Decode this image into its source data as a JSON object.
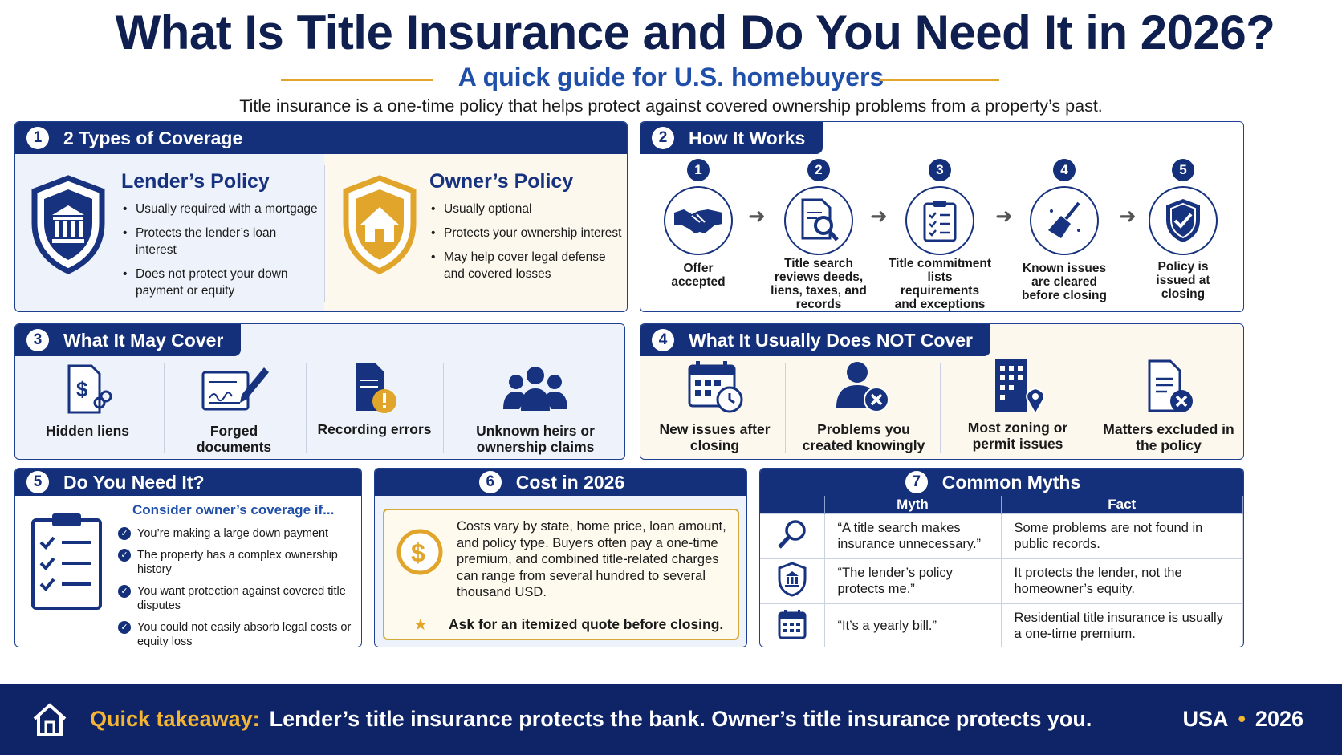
{
  "header": {
    "title": "What Is Title Insurance and Do You Need It in 2026?",
    "subtitle": "A quick guide for U.S. homebuyers",
    "intro": "Title insurance is a one-time policy that helps protect against covered ownership problems from a property’s past."
  },
  "colors": {
    "navy": "#15307a",
    "gold": "#e0a52a",
    "panel_bg": "#eef3fb",
    "cream": "#fdf8ee"
  },
  "coverage": {
    "num": "1",
    "heading": "2 Types of Coverage",
    "lender": {
      "title": "Lender’s Policy",
      "icon": "bank-shield-icon",
      "bullets": [
        "Usually required with a mortgage",
        "Protects the lender’s loan interest",
        "Does not protect your down payment or equity"
      ]
    },
    "owner": {
      "title": "Owner’s Policy",
      "icon": "house-shield-icon",
      "bullets": [
        "Usually optional",
        "Protects your ownership interest",
        "May help cover legal defense and covered losses"
      ]
    }
  },
  "how": {
    "num": "2",
    "heading": "How It Works",
    "steps": [
      {
        "num": "1",
        "label": "Offer accepted",
        "icon": "handshake-icon"
      },
      {
        "num": "2",
        "label": "Title search reviews deeds, liens, taxes, and records",
        "icon": "document-search-icon"
      },
      {
        "num": "3",
        "label": "Title commitment lists requirements and exceptions",
        "icon": "clipboard-checklist-icon"
      },
      {
        "num": "4",
        "label": "Known issues are cleared before closing",
        "icon": "broom-icon"
      },
      {
        "num": "5",
        "label": "Policy is issued at closing",
        "icon": "shield-check-icon"
      }
    ]
  },
  "covers": {
    "num": "3",
    "heading": "What It May Cover",
    "items": [
      {
        "label": "Hidden liens",
        "icon": "dollar-document-icon"
      },
      {
        "label": "Forged documents",
        "icon": "signature-pen-icon"
      },
      {
        "label": "Recording errors",
        "icon": "document-alert-icon"
      },
      {
        "label": "Unknown heirs or ownership claims",
        "icon": "group-people-icon"
      }
    ]
  },
  "not_cover": {
    "num": "4",
    "heading": "What It Usually Does NOT Cover",
    "items": [
      {
        "label": "New issues after closing",
        "icon": "calendar-clock-icon"
      },
      {
        "label": "Problems you created knowingly",
        "icon": "person-x-icon"
      },
      {
        "label": "Most zoning or permit issues",
        "icon": "building-pin-icon"
      },
      {
        "label": "Matters excluded in the policy",
        "icon": "document-x-icon"
      }
    ]
  },
  "need": {
    "num": "5",
    "heading": "Do You Need It?",
    "subhead": "Consider owner’s coverage if...",
    "icon": "clipboard-icon",
    "items": [
      "You’re making a large down payment",
      "The property has a complex ownership history",
      "You want protection against covered title disputes",
      "You could not easily absorb legal costs or equity loss"
    ]
  },
  "cost": {
    "num": "6",
    "heading": "Cost in 2026",
    "icon": "dollar-coin-icon",
    "body": "Costs vary by state, home price, loan amount, and policy type. Buyers often pay a one-time premium, and combined title-related charges can range from several hundred to several thousand USD.",
    "tip": "Ask for an itemized quote before closing."
  },
  "myths": {
    "num": "7",
    "heading": "Common Myths",
    "col_myth": "Myth",
    "col_fact": "Fact",
    "rows": [
      {
        "icon": "magnifier-icon",
        "myth": "“A title search makes insurance unnecessary.”",
        "fact": "Some problems are not found in public records."
      },
      {
        "icon": "bank-shield-icon",
        "myth": "“The lender’s policy protects me.”",
        "fact": "It protects the lender, not the homeowner’s equity."
      },
      {
        "icon": "calendar-icon",
        "myth": "“It’s a yearly bill.”",
        "fact": "Residential title insurance is usually a one-time premium."
      }
    ]
  },
  "footer": {
    "label": "Quick takeaway:",
    "text": "Lender’s title insurance protects the bank. Owner’s title insurance protects you.",
    "country": "USA",
    "sep": "•",
    "year": "2026"
  }
}
